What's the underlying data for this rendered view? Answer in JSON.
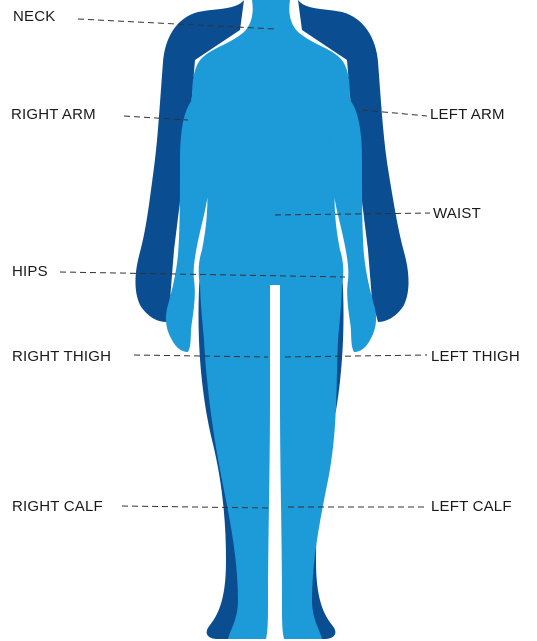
{
  "labels": {
    "neck": "NECK",
    "right_arm": "RIGHT ARM",
    "left_arm": "LEFT ARM",
    "waist": "WAIST",
    "hips": "HIPS",
    "right_thigh": "RIGHT THIGH",
    "left_thigh": "LEFT THIGH",
    "right_calf": "RIGHT CALF",
    "left_calf": "LEFT CALF"
  },
  "colors": {
    "front_body": "#1d9ad8",
    "back_body": "#0b4d91",
    "leader_line": "#333333",
    "label_text": "#1a1a1a"
  }
}
